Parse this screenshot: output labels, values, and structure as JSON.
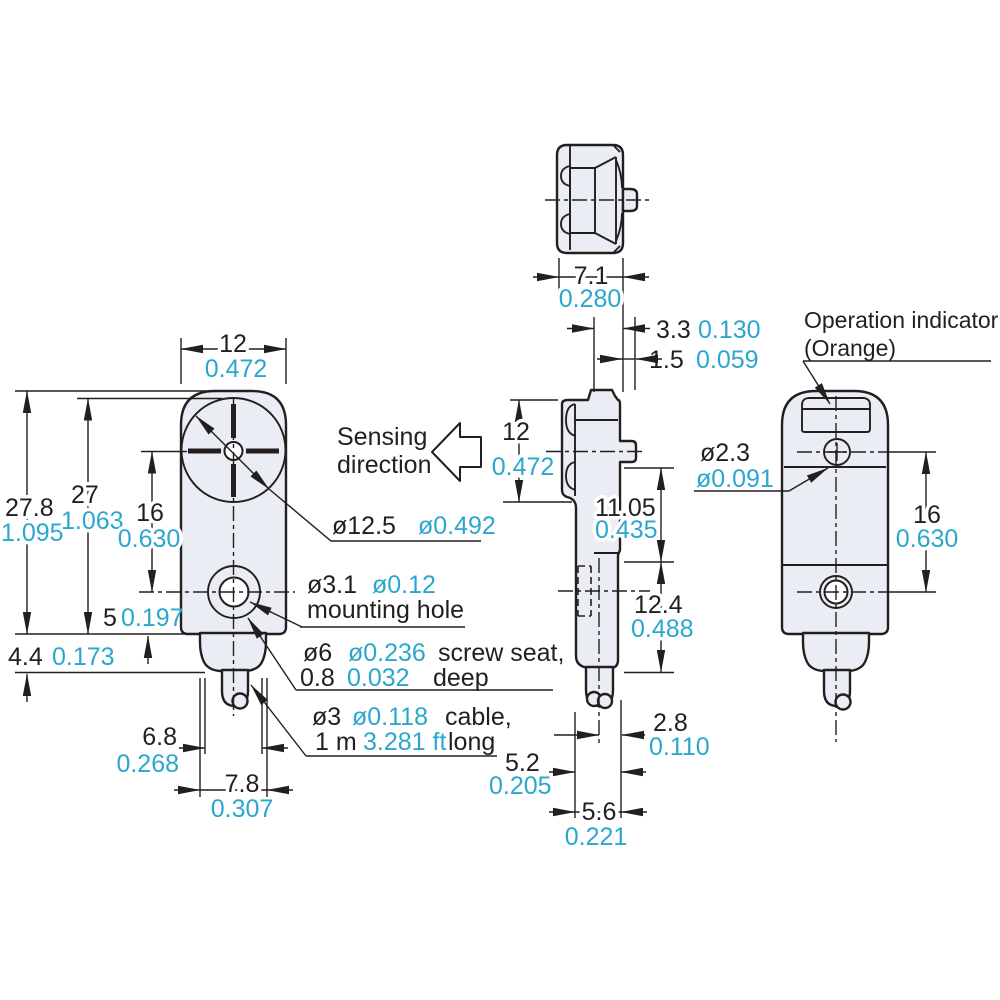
{
  "colors": {
    "inch_accent": "#2ba7cd",
    "ink": "#231f20",
    "body_fill": "#eaedf3",
    "background": "#ffffff"
  },
  "labels": {
    "sensing1": "Sensing",
    "sensing2": "direction",
    "op1": "Operation indicator",
    "op2": "(Orange)"
  },
  "callouts": {
    "lens": {
      "mm": "ø12.5",
      "in": "ø0.492"
    },
    "mount": {
      "mm": "ø3.1",
      "in": "ø0.12",
      "text": "mounting hole"
    },
    "seat": {
      "mm": "ø6",
      "in": "ø0.236",
      "text": "screw seat,",
      "mm2": "0.8",
      "in2": "0.032",
      "text2": "deep"
    },
    "cable": {
      "mm": "ø3",
      "in": "ø0.118",
      "text": "cable,",
      "mm2": "1 m",
      "in2": "3.281 ft",
      "text2": "long"
    },
    "indicator_hole": {
      "mm": "ø2.3",
      "in": "ø0.091"
    }
  },
  "dims": {
    "front_width": {
      "mm": "12",
      "in": "0.472"
    },
    "overall_h": {
      "mm": "27.8",
      "in": "1.095"
    },
    "body_h": {
      "mm": "27",
      "in": "1.063"
    },
    "lens_to_hole": {
      "mm": "16",
      "in": "0.630"
    },
    "hole_to_bottom": {
      "mm": "5",
      "in": "0.197"
    },
    "boot_h": {
      "mm": "4.4",
      "in": "0.173"
    },
    "neck_w": {
      "mm": "6.8",
      "in": "0.268"
    },
    "step_w": {
      "mm": "7.8",
      "in": "0.307"
    },
    "depth": {
      "mm": "7.1",
      "in": "0.280"
    },
    "lens_face": {
      "mm": "3.3",
      "in": "0.130"
    },
    "bump": {
      "mm": "1.5",
      "in": "0.059"
    },
    "head_h": {
      "mm": "12",
      "in": "0.472"
    },
    "lens_drop": {
      "mm": "11.05",
      "in": "0.435"
    },
    "lower_h": {
      "mm": "12.4",
      "in": "0.488"
    },
    "cable_off": {
      "mm": "2.8",
      "in": "0.110"
    },
    "body_d1": {
      "mm": "5.2",
      "in": "0.205"
    },
    "body_d2": {
      "mm": "5.6",
      "in": "0.221"
    },
    "back_hole": {
      "mm": "16",
      "in": "0.630"
    }
  }
}
